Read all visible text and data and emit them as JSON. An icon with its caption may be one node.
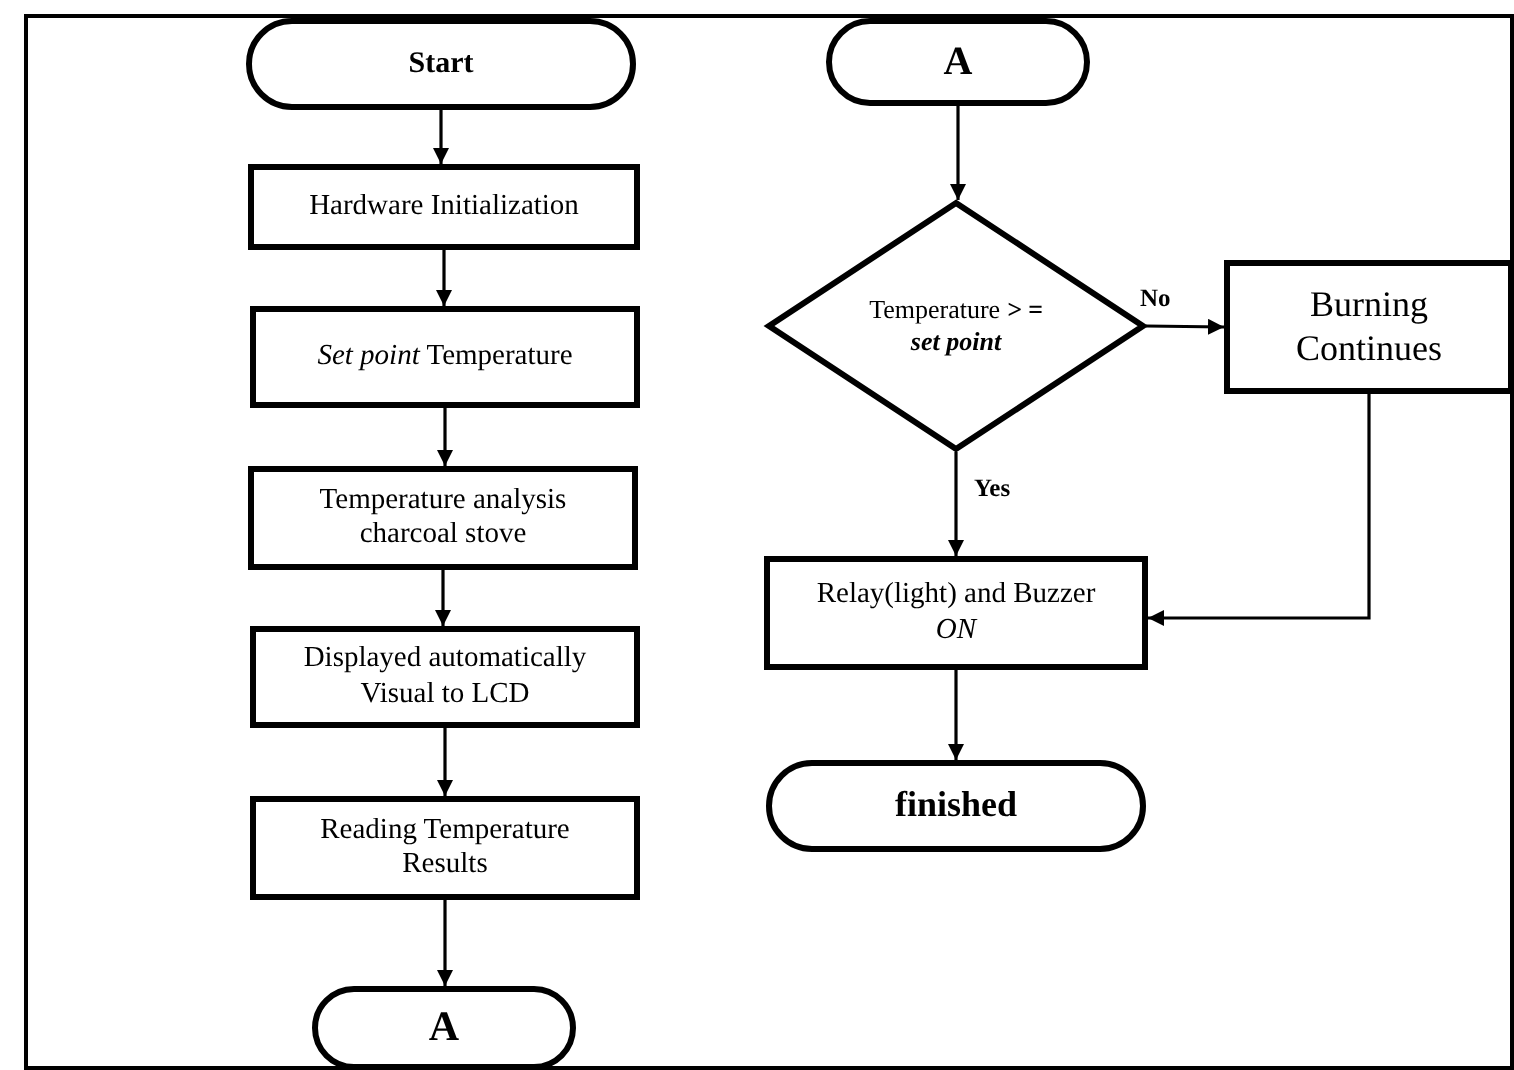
{
  "diagram": {
    "nodes": [
      {
        "text": [
          "Start"
        ]
      },
      {
        "text": [
          "Hardware Initialization"
        ]
      },
      {
        "text": [
          "*Set point* Temperature"
        ]
      },
      {
        "text": [
          "Temperature analysis charcoal stove"
        ]
      },
      {
        "text": [
          "Displayed automatically Visual to LCD"
        ]
      },
      {
        "text": [
          "Reading Temperature Results"
        ]
      },
      {
        "text": [
          "A"
        ]
      },
      {
        "text": [
          "A"
        ]
      },
      {
        "text": [
          "Temperature **> = set point**"
        ]
      },
      {
        "text": [
          "Burning Continues"
        ]
      },
      {
        "text": [
          "Relay(light) and Buzzer *ON*"
        ]
      },
      {
        "text": [
          "finished"
        ]
      }
    ],
    "edges": [
      {
        "from": 0,
        "to": 1,
        "arrow": "to"
      },
      {
        "from": 1,
        "to": 2,
        "arrow": "to"
      },
      {
        "from": 2,
        "to": 3,
        "arrow": "to"
      },
      {
        "from": 3,
        "to": 4,
        "arrow": "to"
      },
      {
        "from": 4,
        "to": 5,
        "arrow": "to"
      },
      {
        "from": 5,
        "to": 6,
        "arrow": "to"
      },
      {
        "from": 7,
        "to": 8,
        "arrow": "to"
      },
      {
        "from": 8,
        "to": 9,
        "arrow": "to",
        "label": "No"
      },
      {
        "from": 8,
        "to": 10,
        "arrow": "to",
        "label": "Yes"
      },
      {
        "from": 9,
        "to": 10,
        "arrow": "to"
      },
      {
        "from": 10,
        "to": 11,
        "arrow": "to"
      }
    ]
  }
}
